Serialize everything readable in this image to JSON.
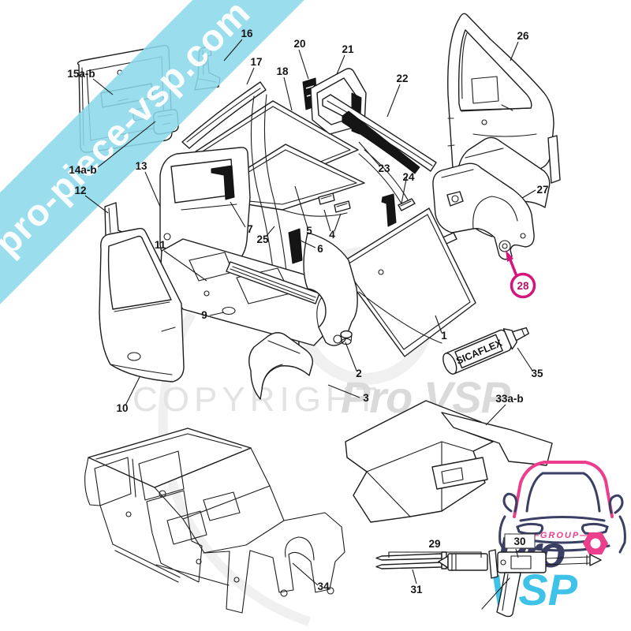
{
  "page": {
    "background": "#ffffff"
  },
  "watermark": {
    "diagonal_banner_text": "pro-piece-vsp.com",
    "banner_color": "#8CD9EC",
    "copyright_text": "COPYRIGHT",
    "brand_text": "Pro VSP"
  },
  "highlight": {
    "circled_part": "28",
    "color": "#D4157C"
  },
  "sealant": {
    "brand_label": "SICAFLEX"
  },
  "logo": {
    "group_label": "—GROUP—",
    "pro_label": "Pro",
    "vsp_label": "VSP",
    "navy": "#3A3F63",
    "pink": "#EC3E8C",
    "blue": "#3FC2E8"
  },
  "part_labels": {
    "l15ab": "15a-b",
    "l16": "16",
    "l17": "17",
    "l20": "20",
    "l18": "18",
    "l21": "21",
    "l22": "22",
    "l26": "26",
    "l23": "23",
    "l24": "24",
    "l27": "27",
    "l14ab": "14a-b",
    "l12": "12",
    "l13": "13",
    "l7": "7",
    "l25": "25",
    "l5": "5",
    "l6": "6",
    "l4": "4",
    "l9": "9",
    "l11": "11",
    "l1": "1",
    "l2": "2",
    "l3": "3",
    "l28": "28",
    "l35": "35",
    "l10": "10",
    "l33ab": "33a-b",
    "l34": "34",
    "l29": "29",
    "l30": "30",
    "l31": "31"
  }
}
